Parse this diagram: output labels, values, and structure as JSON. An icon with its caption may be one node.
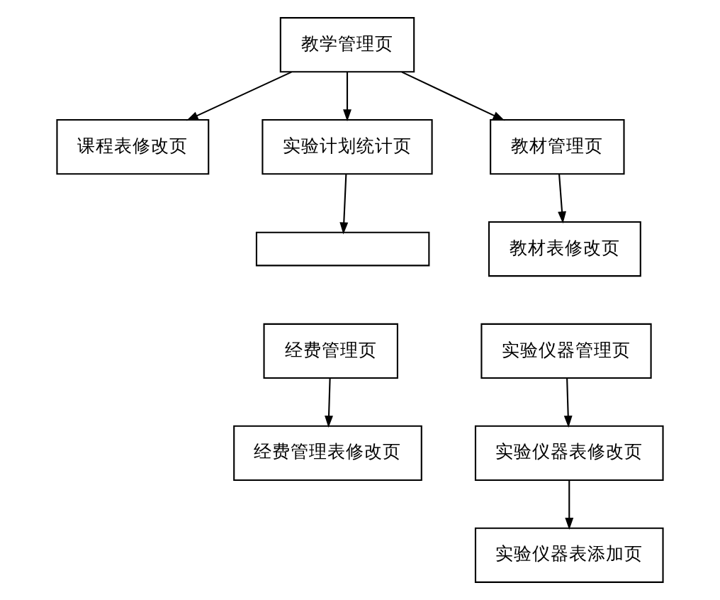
{
  "diagram": {
    "nodes": [
      {
        "text": [
          "教学管理页"
        ]
      },
      {
        "text": [
          "课程表修改页"
        ]
      },
      {
        "text": [
          "实验计划统计页"
        ]
      },
      {
        "text": [
          "教材管理页"
        ]
      },
      {
        "text": [],
        "shape": "box"
      },
      {
        "text": [
          "教材表修改页"
        ]
      },
      {
        "text": [
          "经费管理页"
        ]
      },
      {
        "text": [
          "实验仪器管理页"
        ]
      },
      {
        "text": [
          "经费管理表修改页"
        ]
      },
      {
        "text": [
          "实验仪器表修改页"
        ]
      },
      {
        "text": [
          "实验仪器表添加页"
        ]
      }
    ],
    "edges": [
      {
        "from": 0,
        "to": 1,
        "arrow": "to"
      },
      {
        "from": 0,
        "to": 2,
        "arrow": "to"
      },
      {
        "from": 0,
        "to": 3,
        "arrow": "to"
      },
      {
        "from": 2,
        "to": 4,
        "arrow": "to"
      },
      {
        "from": 3,
        "to": 5,
        "arrow": "to"
      },
      {
        "from": 6,
        "to": 8,
        "arrow": "to"
      },
      {
        "from": 7,
        "to": 9,
        "arrow": "to"
      },
      {
        "from": 9,
        "to": 10,
        "arrow": "to"
      }
    ]
  }
}
